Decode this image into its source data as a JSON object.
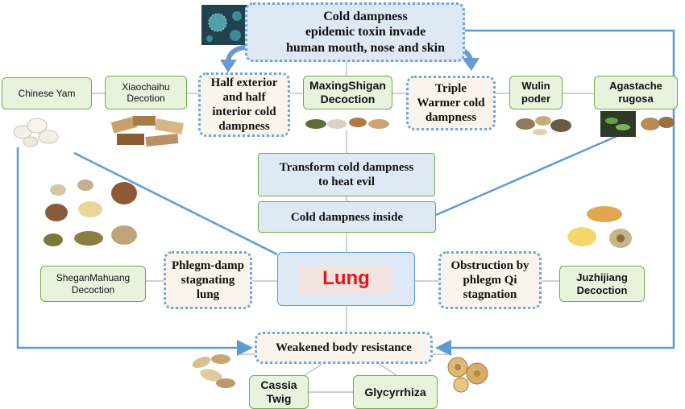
{
  "top": {
    "text": "Cold dampness\nepidemic toxin  invade\nhuman mouth, nose and skin",
    "line1": "Cold dampness",
    "line2": "epidemic toxin  invade",
    "line3": "human mouth, nose and skin"
  },
  "herbs": {
    "chinese_yam": "Chinese Yam",
    "xiaochaihu_1": "Xiaochaihu",
    "xiaochaihu_2": "Decotion",
    "maxing_1": "MaxingShigan",
    "maxing_2": "Decoction",
    "wulin_1": "Wulin",
    "wulin_2": "poder",
    "agastache_1": "Agastache",
    "agastache_2": "rugosa",
    "shegan_1": "SheganMahuang",
    "shegan_2": "Decoction",
    "juzhi_1": "Juzhijiang",
    "juzhi_2": "Decoction",
    "cassia": "Cassia Twig",
    "glycyrrhiza": "Glycyrrhiza"
  },
  "syndromes": {
    "half_1": "Half exterior",
    "half_2": "and half",
    "half_3": "interior cold",
    "half_4": "dampness",
    "triple_1": "Triple",
    "triple_2": "Warmer cold",
    "triple_3": "dampness",
    "phlegm_damp_1": "Phlegm-damp",
    "phlegm_damp_2": "stagnating",
    "phlegm_damp_3": "lung",
    "obstruction_1": "Obstruction by",
    "obstruction_2": "phlegm Qi",
    "obstruction_3": "stagnation",
    "weakened": "Weakened body resistance"
  },
  "stages": {
    "transform_1": "Transform cold dampness",
    "transform_2": "to heat evil",
    "inside": "Cold dampness inside"
  },
  "center": "Lung",
  "colors": {
    "arrow_blue": "#5b9bd5",
    "green_border": "#70ad47",
    "lung_red": "#e3141b",
    "dotted_blue": "#6aa5dc"
  }
}
